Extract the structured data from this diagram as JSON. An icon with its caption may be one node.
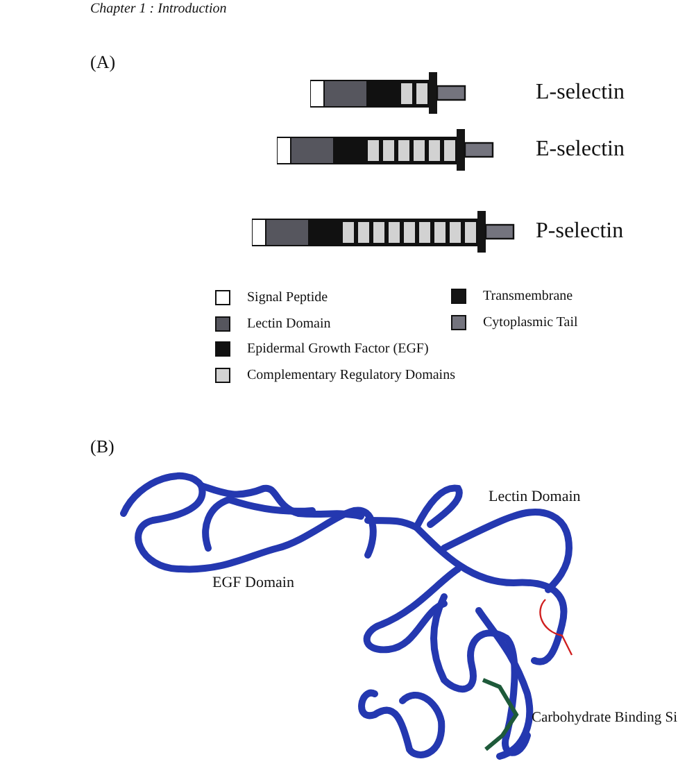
{
  "diagram": {
    "nodes": [
      {
        "text": [],
        "shape": "bar",
        "beside": [
          "L-selectin"
        ]
      },
      {
        "text": [],
        "shape": "bar",
        "beside": [
          "E-selectin"
        ]
      },
      {
        "text": [],
        "shape": "bar",
        "beside": [
          "P-selectin"
        ]
      }
    ],
    "labels": [
      "Chapter 1 : Introduction",
      "(A)",
      "(B)",
      "Lectin Domain",
      "EGF Domain",
      "Carbohydrate Binding Si"
    ],
    "legend": [
      {
        "text": "Signal Peptide",
        "color": "#ffffff"
      },
      {
        "text": "Lectin Domain",
        "color": "#56565e"
      },
      {
        "text": "Epidermal Growth Factor (EGF)",
        "color": "#111111"
      },
      {
        "text": "Complementary Regulatory Domains",
        "color": "#d2d2d2"
      },
      {
        "text": "Transmembrane",
        "color": "#151515"
      },
      {
        "text": "Cytoplasmic Tail",
        "color": "#74747e"
      }
    ]
  }
}
